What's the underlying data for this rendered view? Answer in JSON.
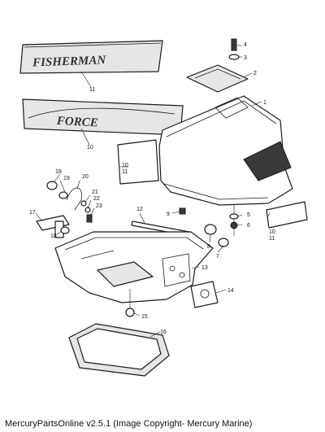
{
  "decals": {
    "fisherman": "FISHERMAN",
    "force": "FORCE"
  },
  "callouts": [
    "1",
    "2",
    "3",
    "4",
    "5",
    "6",
    "7",
    "8",
    "9",
    "10",
    "11",
    "12",
    "13",
    "14",
    "15",
    "16",
    "17",
    "18",
    "19",
    "20",
    "21",
    "22",
    "23"
  ],
  "footer": {
    "text": "MercuryPartsOnline v2.5.1 (Image Copyright- Mercury Marine)"
  }
}
